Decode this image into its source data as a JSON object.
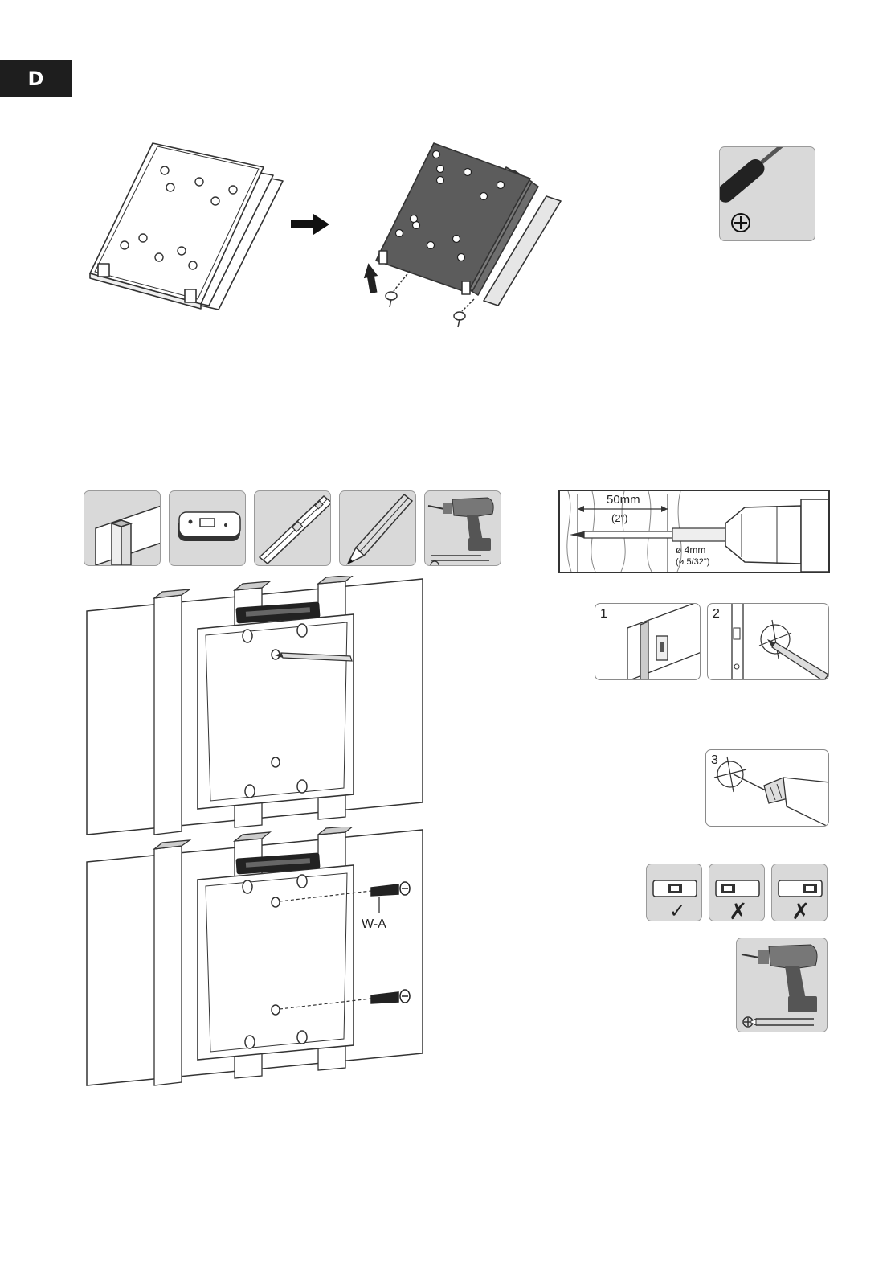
{
  "section": {
    "label": "D"
  },
  "drill_detail": {
    "depth_label": "50mm",
    "depth_inch": "(2\")",
    "diameter_label": "ø 4mm",
    "diameter_inch": "(ø 5/32\")"
  },
  "steps": {
    "step1": "1",
    "step2": "2",
    "step3": "3"
  },
  "screw_label": "W-A",
  "level_check": {
    "ok_mark": "✓",
    "bad_mark_1": "✗",
    "bad_mark_2": "✗"
  },
  "icons": [
    "phillips-screwdriver-icon",
    "arrow-right-icon",
    "arrow-up-icon",
    "stud-icon",
    "stud-finder-icon",
    "spirit-level-icon",
    "pencil-icon",
    "power-drill-icon"
  ],
  "colors": {
    "tab_bg": "#1e1e1e",
    "panel_bg": "#d9d9d9",
    "plate_dark": "#5c5c5c",
    "line": "#333333"
  }
}
